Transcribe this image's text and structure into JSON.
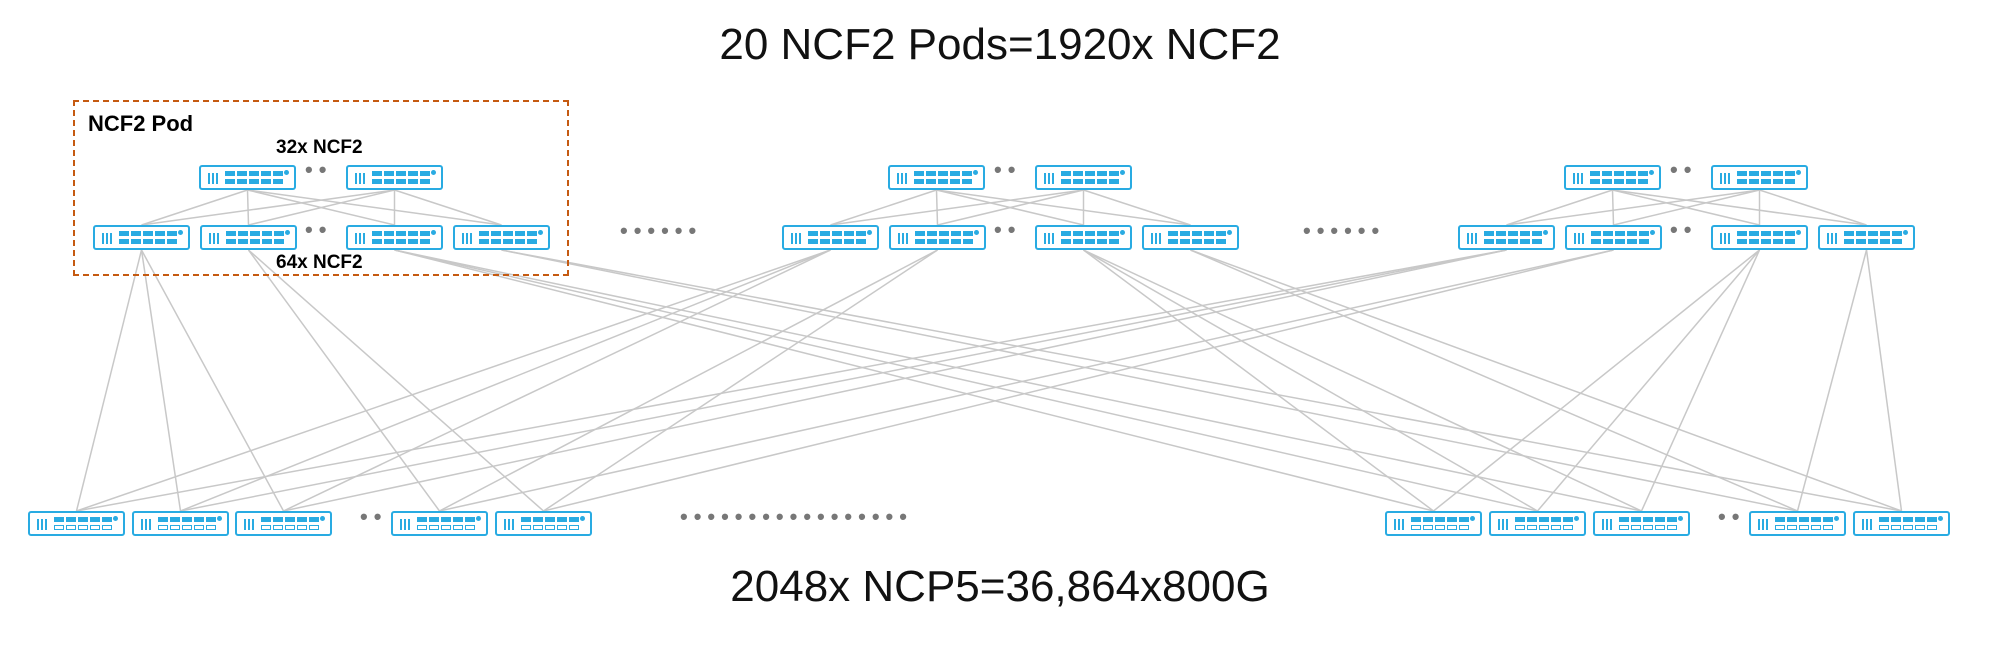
{
  "title": "20 NCF2 Pods=1920x NCF2",
  "footer": "2048x NCP5=36,864x800G",
  "pod": {
    "label": "NCF2 Pod",
    "spine_label": "32x NCF2",
    "leaf_label": "64x NCF2"
  },
  "colors": {
    "switch": "#29abe2",
    "link": "#c8c8c8",
    "pod_border": "#c55a11"
  },
  "icons": {
    "switch": "network-switch-icon",
    "ellipsis": "ellipsis-dots"
  }
}
